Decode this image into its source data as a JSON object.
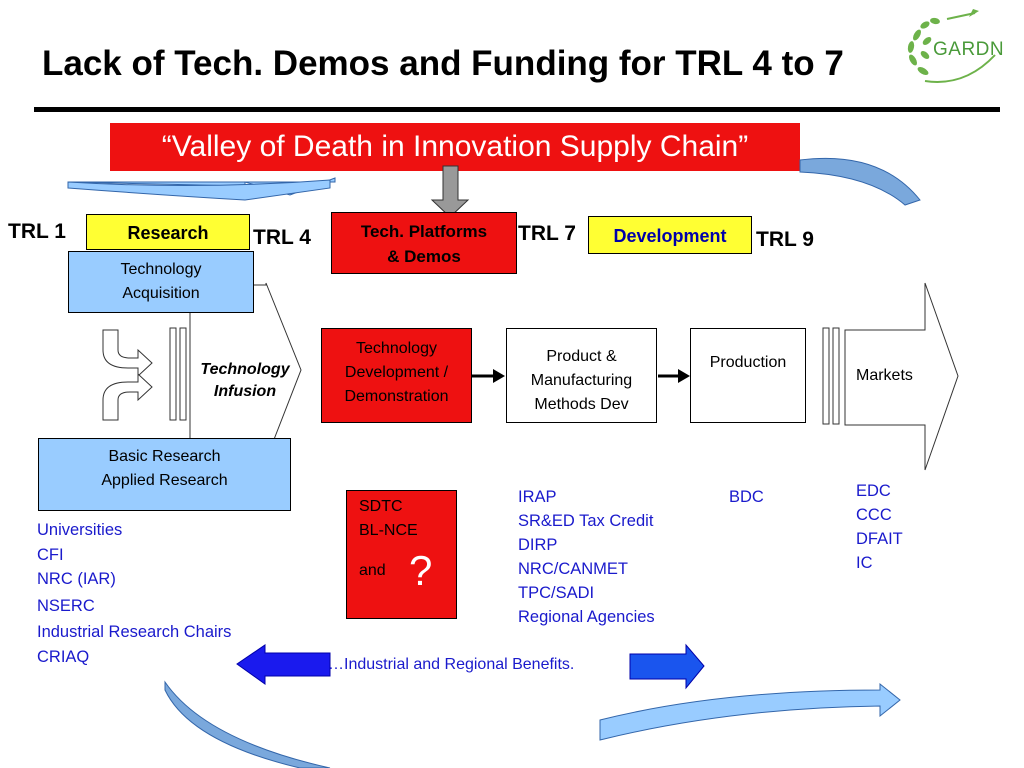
{
  "title": "Lack of Tech. Demos and Funding for TRL 4 to 7",
  "logo": {
    "text": "GARDN",
    "color": "#4a9a3a"
  },
  "banner": {
    "text": "“Valley of Death in Innovation Supply Chain”",
    "color": "#ee1111"
  },
  "trl_labels": {
    "trl1": "TRL 1",
    "trl4": "TRL 4",
    "trl7": "TRL 7",
    "trl9": "TRL 9"
  },
  "stage_labels": {
    "research": "Research",
    "tech_platforms": [
      "Tech. Platforms",
      "& Demos"
    ],
    "development": "Development"
  },
  "boxes": {
    "technology_acquisition": [
      "Technology",
      "Acquisition"
    ],
    "basic_research": [
      "Basic Research",
      "Applied Research"
    ],
    "technology_infusion": [
      "Technology",
      "Infusion"
    ],
    "tech_dev_demo": [
      "Technology",
      "Development /",
      "Demonstration"
    ],
    "product_mfg": [
      "Product &",
      "Manufacturing",
      "Methods Dev"
    ],
    "production": "Production",
    "markets": "Markets"
  },
  "funding_lists": {
    "universities": [
      "Universities",
      "CFI",
      "NRC (IAR)",
      "NSERC",
      "Industrial Research Chairs",
      "CRIAQ"
    ],
    "sdtc": [
      "SDTC",
      "BL-NCE",
      "and"
    ],
    "sdtc_question": "?",
    "irap": [
      "IRAP",
      "SR&ED Tax Credit",
      "DIRP",
      "NRC/CANMET",
      "TPC/SADI",
      "Regional Agencies"
    ],
    "bdc": [
      "BDC"
    ],
    "edc": [
      "EDC",
      "CCC",
      "DFAIT",
      "IC"
    ]
  },
  "benefits": "…Industrial and Regional Benefits.",
  "colors": {
    "red": "#ee1111",
    "yellow": "#ffff33",
    "light_blue": "#99ccff",
    "link_blue": "#1a1acc",
    "arrow_blue": "#0000ee"
  }
}
